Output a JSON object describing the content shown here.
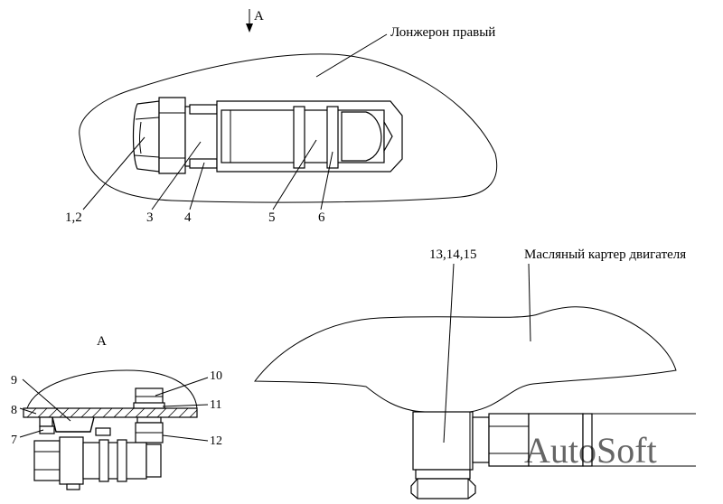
{
  "labels": {
    "view_arrow": "А",
    "spar": "Лонжерон правый",
    "view_title": "А",
    "oil_pan": "Масляный картер двигателя"
  },
  "callouts": {
    "c12": "1,2",
    "c3": "3",
    "c4": "4",
    "c5": "5",
    "c6": "6",
    "c7": "7",
    "c8": "8",
    "c9": "9",
    "c10": "10",
    "c11": "11",
    "c12b": "12",
    "c131415": "13,14,15"
  },
  "watermark": "AutoSoft"
}
